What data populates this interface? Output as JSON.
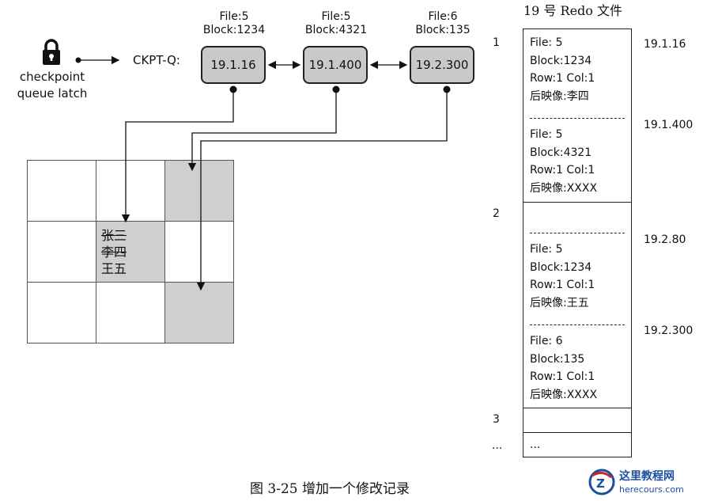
{
  "latch": {
    "label_line1": "checkpoint",
    "label_line2": "queue latch"
  },
  "ckpt_label": "CKPT-Q:",
  "nodes": [
    {
      "file": "File:5",
      "block": "Block:1234",
      "rba": "19.1.16"
    },
    {
      "file": "File:5",
      "block": "Block:4321",
      "rba": "19.1.400"
    },
    {
      "file": "File:6",
      "block": "Block:135",
      "rba": "19.2.300"
    }
  ],
  "grid_cell_lines": [
    "张三",
    "李四",
    "王五"
  ],
  "redo": {
    "title": "19 号 Redo 文件",
    "block_numbers": [
      "1",
      "2",
      "3",
      "..."
    ],
    "records": [
      {
        "file": "File:  5",
        "block": "Block:1234",
        "rowcol": "Row:1  Col:1",
        "image": "后映像:李四",
        "rba": "19.1.16"
      },
      {
        "file": "File:  5",
        "block": "Block:4321",
        "rowcol": "Row:1  Col:1",
        "image": "后映像:XXXX",
        "rba": "19.1.400"
      },
      {
        "file": "File:  5",
        "block": "Block:1234",
        "rowcol": "Row:1  Col:1",
        "image": "后映像:王五",
        "rba": "19.2.80"
      },
      {
        "file": "File:  6",
        "block": "Block:135",
        "rowcol": "Row:1  Col:1",
        "image": "后映像:XXXX",
        "rba": "19.2.300"
      }
    ],
    "last_block_text": "..."
  },
  "caption": "图 3-25    增加一个修改记录",
  "watermark": {
    "name": "这里教程网",
    "url": "herecours.com"
  }
}
